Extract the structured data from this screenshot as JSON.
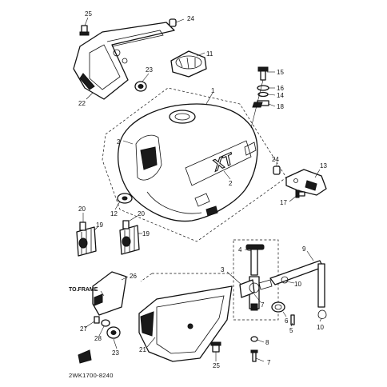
{
  "diagram": {
    "callouts": [
      {
        "id": "c25a",
        "label": "25"
      },
      {
        "id": "c24a",
        "label": "24"
      },
      {
        "id": "c11",
        "label": "11"
      },
      {
        "id": "c23a",
        "label": "23"
      },
      {
        "id": "c22",
        "label": "22"
      },
      {
        "id": "c15",
        "label": "15"
      },
      {
        "id": "c16",
        "label": "16"
      },
      {
        "id": "c14",
        "label": "14"
      },
      {
        "id": "c18",
        "label": "18"
      },
      {
        "id": "c1",
        "label": "1"
      },
      {
        "id": "c2a",
        "label": "2"
      },
      {
        "id": "c2b",
        "label": "2"
      },
      {
        "id": "c24b",
        "label": "24"
      },
      {
        "id": "c13",
        "label": "13"
      },
      {
        "id": "c17",
        "label": "17"
      },
      {
        "id": "c20a",
        "label": "20"
      },
      {
        "id": "c12",
        "label": "12"
      },
      {
        "id": "c20b",
        "label": "20"
      },
      {
        "id": "c19a",
        "label": "19"
      },
      {
        "id": "c19b",
        "label": "19"
      },
      {
        "id": "c4",
        "label": "4"
      },
      {
        "id": "c9",
        "label": "9"
      },
      {
        "id": "c3",
        "label": "3"
      },
      {
        "id": "c10a",
        "label": "10"
      },
      {
        "id": "c7",
        "label": "7"
      },
      {
        "id": "c6",
        "label": "6"
      },
      {
        "id": "c5",
        "label": "5"
      },
      {
        "id": "c10b",
        "label": "10"
      },
      {
        "id": "c8",
        "label": "8"
      },
      {
        "id": "c26",
        "label": "26"
      },
      {
        "id": "c27",
        "label": "27"
      },
      {
        "id": "c28",
        "label": "28"
      },
      {
        "id": "c23b",
        "label": "23"
      },
      {
        "id": "c21",
        "label": "21"
      },
      {
        "id": "c25b",
        "label": "25"
      }
    ],
    "note": "TO.FRAME",
    "tank_emblem": "XT",
    "drawing_code": "2WK1700-8240"
  }
}
